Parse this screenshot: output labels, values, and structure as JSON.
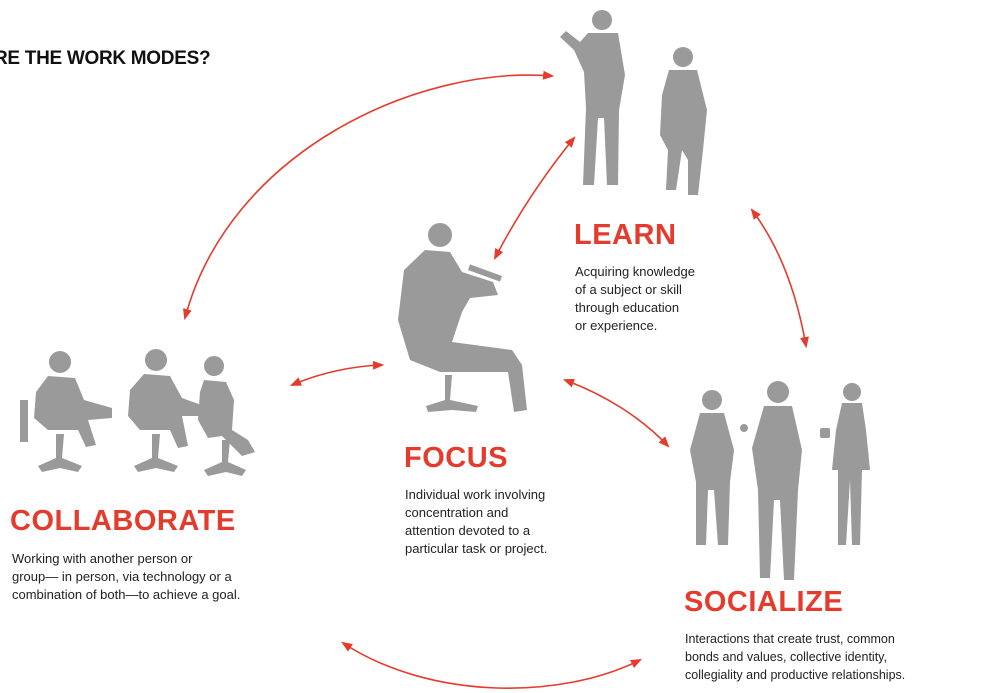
{
  "header": {
    "title": "RE THE WORK MODES?"
  },
  "colors": {
    "accent": "#e53b2c",
    "silhouette": "#9a9a9a",
    "arrow": "#e53b2c",
    "text": "#222222"
  },
  "modes": {
    "learn": {
      "title": "LEARN",
      "desc": [
        "Acquiring knowledge",
        "of a subject or skill",
        "through education",
        "or experience."
      ],
      "figure": "two-people-presenting-silhouette"
    },
    "focus": {
      "title": "FOCUS",
      "desc": [
        "Individual work involving",
        "concentration and",
        "attention devoted to a",
        "particular task or project."
      ],
      "figure": "seated-person-reading-silhouette"
    },
    "collaborate": {
      "title": "COLLABORATE",
      "desc": [
        "Working with another person or",
        "group— in person, via technology or a",
        "combination of both—to achieve a goal."
      ],
      "figure": "three-people-seated-silhouette"
    },
    "socialize": {
      "title": "SOCIALIZE",
      "desc": [
        "Interactions that create trust, common",
        "bonds and values, collective identity,",
        "collegiality and productive relationships."
      ],
      "figure": "three-people-standing-silhouette"
    }
  }
}
